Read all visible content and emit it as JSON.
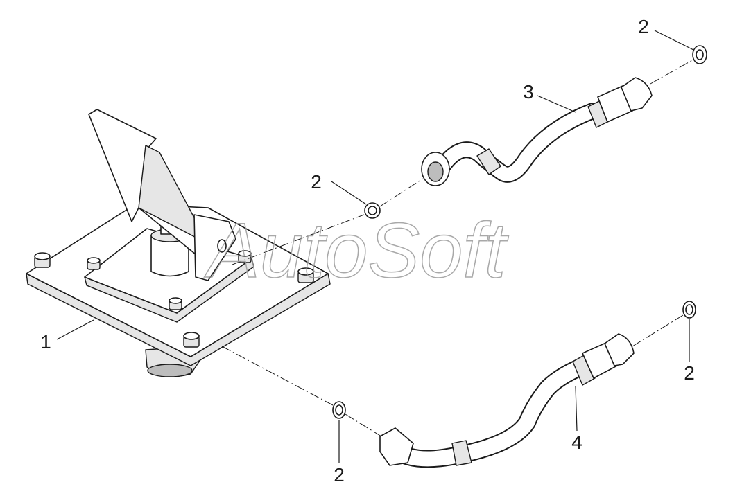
{
  "watermark": "AutoSoft",
  "callouts": [
    {
      "id": "c1",
      "label": "1"
    },
    {
      "id": "c2a",
      "label": "2"
    },
    {
      "id": "c2b",
      "label": "2"
    },
    {
      "id": "c2c",
      "label": "2"
    },
    {
      "id": "c2d",
      "label": "2"
    },
    {
      "id": "c3",
      "label": "3"
    },
    {
      "id": "c4",
      "label": "4"
    }
  ]
}
